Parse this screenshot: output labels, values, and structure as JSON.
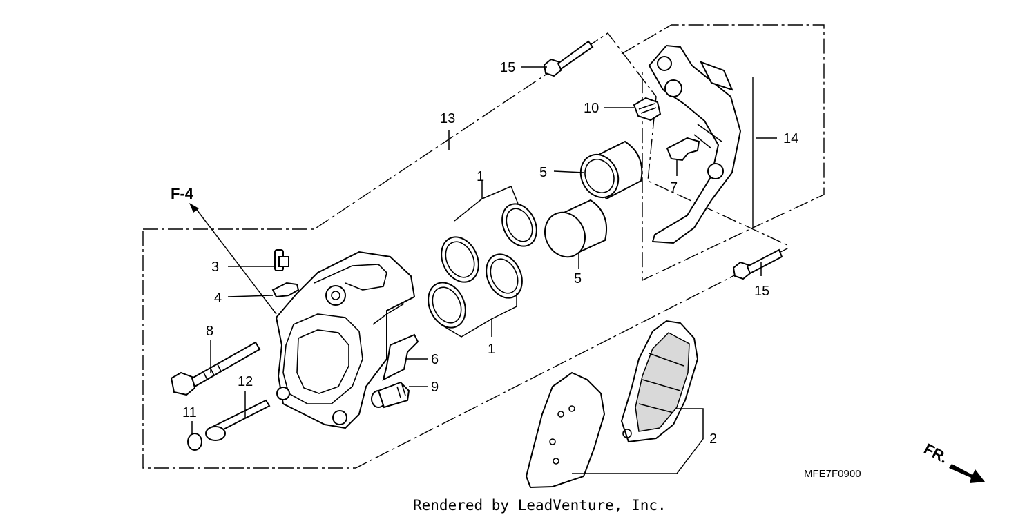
{
  "diagram": {
    "callouts": {
      "c1a": "1",
      "c1b": "1",
      "c2": "2",
      "c3": "3",
      "c4": "4",
      "c5a": "5",
      "c5b": "5",
      "c6": "6",
      "c7": "7",
      "c8": "8",
      "c9": "9",
      "c10": "10",
      "c11": "11",
      "c12": "12",
      "c13": "13",
      "c14": "14",
      "c15a": "15",
      "c15b": "15"
    },
    "reference_label": "F-4",
    "direction_label": "FR.",
    "diagram_code": "MFE7F0900",
    "credit": "Rendered by LeadVenture, Inc."
  }
}
